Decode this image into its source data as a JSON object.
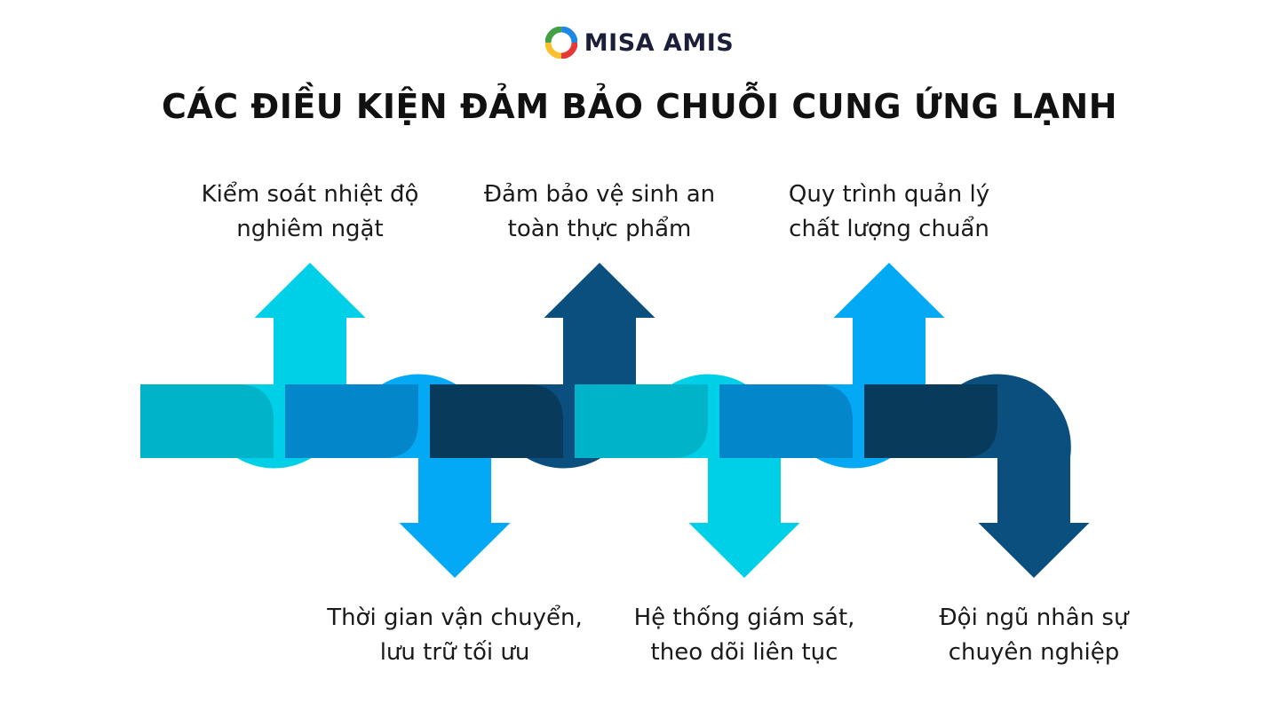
{
  "brand": {
    "name": "MISA AMIS",
    "logo_icon": "misa-amis-logo-icon"
  },
  "title": "CÁC ĐIỀU KIỆN ĐẢM BẢO CHUỖI CUNG ỨNG LẠNH",
  "steps": [
    {
      "lines": [
        "Kiểm soát nhiệt độ",
        "nghiêm ngặt"
      ],
      "direction": "up",
      "color": "#00cfe8",
      "shade": "#00b3c8"
    },
    {
      "lines": [
        "Thời gian vận chuyển,",
        "lưu trữ tối ưu"
      ],
      "direction": "down",
      "color": "#03a9f4",
      "shade": "#0387ca"
    },
    {
      "lines": [
        "Đảm bảo vệ sinh an",
        "toàn thực phẩm"
      ],
      "direction": "up",
      "color": "#0b4f7e",
      "shade": "#083a5c"
    },
    {
      "lines": [
        "Hệ thống giám sát,",
        "theo dõi liên tục"
      ],
      "direction": "down",
      "color": "#00cfe8",
      "shade": "#00b3c8"
    },
    {
      "lines": [
        "Quy trình quản lý",
        "chất lượng chuẩn"
      ],
      "direction": "up",
      "color": "#03a9f4",
      "shade": "#0387ca"
    },
    {
      "lines": [
        "Đội ngũ nhân sự",
        "chuyên nghiệp"
      ],
      "direction": "down",
      "color": "#0b4f7e",
      "shade": "#083a5c"
    }
  ]
}
